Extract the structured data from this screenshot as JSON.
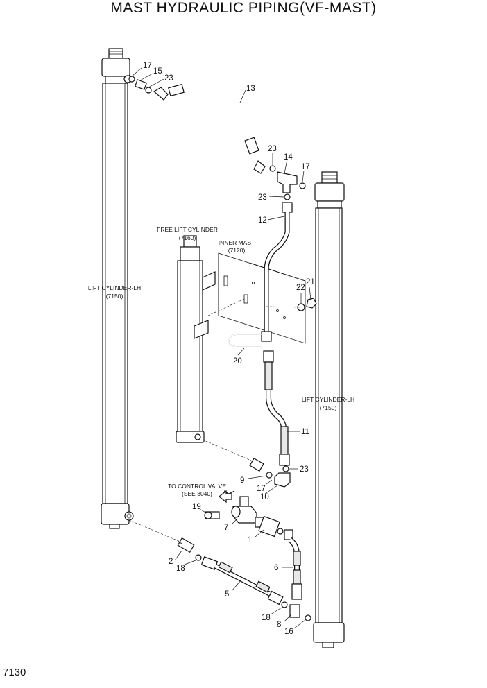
{
  "title": "MAST HYDRAULIC PIPING(VF-MAST)",
  "page_number": "7130",
  "labels": {
    "lift_cylinder_left": "LIFT CYLINDER-LH",
    "lift_cylinder_left_ref": "(7150)",
    "lift_cylinder_right": "LIFT CYLINDER-LH",
    "lift_cylinder_right_ref": "(7150)",
    "free_lift_cylinder": "FREE LIFT CYLINDER",
    "free_lift_cylinder_ref": "(7160)",
    "inner_mast": "INNER MAST",
    "inner_mast_ref": "(7120)",
    "control_valve": "TO CONTROL VALVE",
    "control_valve_ref": "(SEE 3040)"
  },
  "callouts": {
    "c17a": "17",
    "c15": "15",
    "c23a": "23",
    "c13": "13",
    "c23b": "23",
    "c14": "14",
    "c17b": "17",
    "c23c": "23",
    "c12": "12",
    "c22": "22",
    "c21": "21",
    "c20": "20",
    "c11": "11",
    "c23d": "23",
    "c9": "9",
    "c17c": "17",
    "c10": "10",
    "c19": "19",
    "c7": "7",
    "c1": "1",
    "c2": "2",
    "c18a": "18",
    "c6": "6",
    "c5": "5",
    "c18b": "18",
    "c8": "8",
    "c16": "16"
  }
}
